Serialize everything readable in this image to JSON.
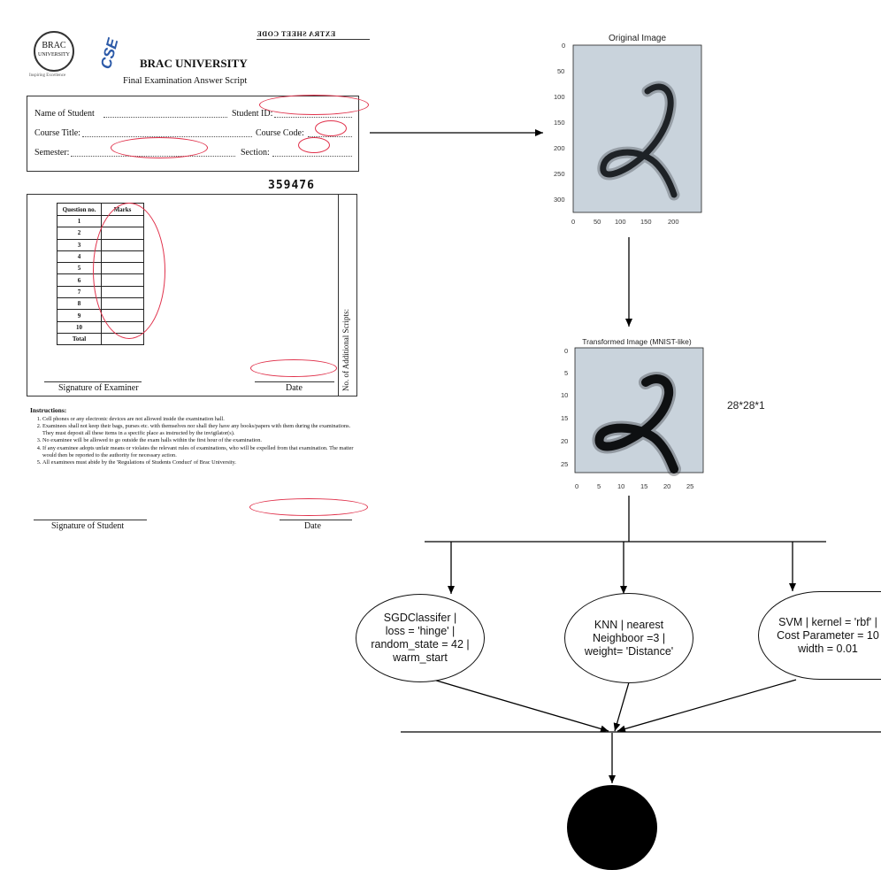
{
  "script": {
    "logo": {
      "line1": "BRAC",
      "line2": "UNIVERSITY",
      "tagline": "Inspiring Excellence"
    },
    "cse_mark": "CSE",
    "header_mirrored": "EXTRA SHEET CODE",
    "university": "BRAC UNIVERSITY",
    "subtitle": "Final Examination Answer Script",
    "fields": {
      "name": "Name of Student",
      "student_id": "Student ID:",
      "course_title": "Course Title:",
      "course_code": "Course Code:",
      "semester": "Semester:",
      "section": "Section:"
    },
    "serial": "359476",
    "marks_table": {
      "headers": [
        "Question no.",
        "Marks"
      ],
      "rows": [
        "1",
        "2",
        "3",
        "4",
        "5",
        "6",
        "7",
        "8",
        "9",
        "10",
        "Total"
      ]
    },
    "additional_scripts": "No. of Additional Scripts:",
    "sig_examiner": "Signature of Examiner",
    "date": "Date",
    "instructions_title": "Instructions:",
    "instructions": [
      "Cell phones or any electronic devices are not allowed inside the examination hall.",
      "Examinees shall not keep their bags, purses etc. with themselves nor shall they have any books/papers with them during the examinations. They must deposit all these items in a specific place as instructed by the invigilator(s).",
      "No examinee will be allowed to go outside the exam halls within the first hour of the examination.",
      "If any examinee adopts unfair means or violates the relevant rules of examinations, who will be expelled from that examination. The matter would then be reported to the authority for necessary action.",
      "All examinees must abide by the 'Regulations of Students Conduct' of Brac University."
    ],
    "sig_student": "Signature of Student",
    "date2": "Date"
  },
  "original_image": {
    "title": "Original Image",
    "y_ticks": [
      "0",
      "50",
      "100",
      "150",
      "200",
      "250",
      "300"
    ],
    "x_ticks": [
      "0",
      "50",
      "100",
      "150",
      "200"
    ]
  },
  "transformed_image": {
    "title": "Transformed Image (MNIST-like)",
    "y_ticks": [
      "0",
      "5",
      "10",
      "15",
      "20",
      "25"
    ],
    "x_ticks": [
      "0",
      "5",
      "10",
      "15",
      "20",
      "25"
    ]
  },
  "dims_label": "28*28*1",
  "classifiers": [
    {
      "text": "SGDClassifer |\nloss = 'hinge' |\nrandom_state = 42 |\nwarm_start"
    },
    {
      "text": "KNN | nearest\nNeighboor =3 |\nweight= 'Distance'"
    },
    {
      "text": "SVM | kernel = 'rbf' |\nCost Parameter = 10\nwidth = 0.01"
    }
  ],
  "colors": {
    "annotation": "#e0304a",
    "plot_bg": "#c9d3dc",
    "stroke": "#000000"
  }
}
